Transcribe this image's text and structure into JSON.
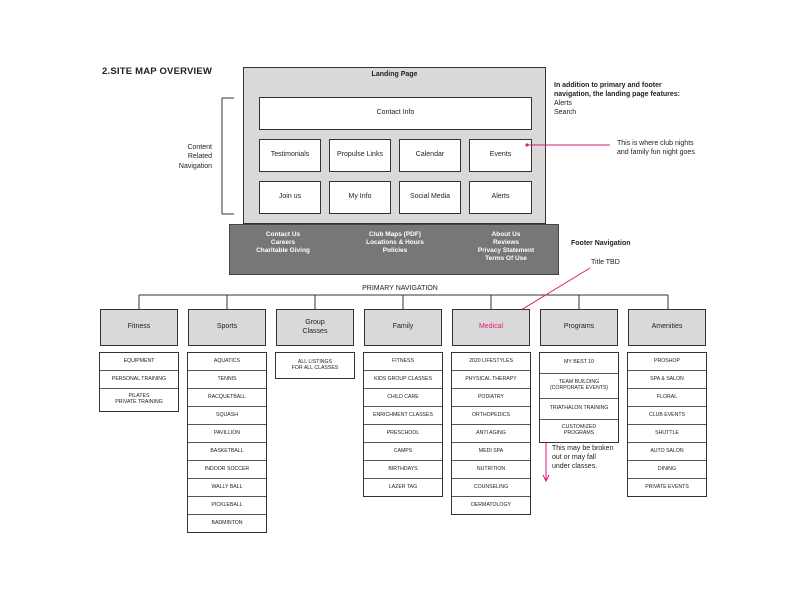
{
  "title": "2.SITE MAP OVERVIEW",
  "landing": {
    "title": "Landing Page",
    "contact": "Contact Info",
    "row1": [
      "Testimonials",
      "Propulse Links",
      "Calendar",
      "Events"
    ],
    "row2": [
      "Join us",
      "My Info",
      "Social Media",
      "Alerts"
    ]
  },
  "side_label": [
    "Content",
    "Related",
    "Navigation"
  ],
  "landing_note": {
    "heading": [
      "In addition to primary and footer",
      "navigation, the landing page features:"
    ],
    "items": [
      "Alerts",
      "Search"
    ]
  },
  "events_note": [
    "This is where club nights",
    "and family fun night goes"
  ],
  "footer": {
    "col1": [
      "Contact Us",
      "Careers",
      "Charitable Giving"
    ],
    "col2": [
      "Club Maps (PDF)",
      "Locations & Hours",
      "Policies"
    ],
    "col3": [
      "About Us",
      "Reviews",
      "Privacy Statement",
      "Terms Of Use"
    ],
    "label": "Footer Navigation",
    "title_tbd": "Title TBD"
  },
  "primary_nav_label": "PRIMARY NAVIGATION",
  "categories": [
    {
      "name": "Fitness",
      "items": [
        "EQUIPMENT",
        "PERSONAL TRAINING",
        "PILATES\nPRIVATE TRAINING"
      ]
    },
    {
      "name": "Sports",
      "items": [
        "AQUATICS",
        "TENNIS",
        "RACQUETBALL",
        "SQUASH",
        "PAVILLION",
        "BASKETBALL",
        "INDOOR SOCCER",
        "WALLY BALL",
        "PICKLEBALL",
        "BADMINTON"
      ]
    },
    {
      "name": "Group\nClasses",
      "items": [
        "ALL LISTINGS\nFOR ALL CLASSES"
      ]
    },
    {
      "name": "Family",
      "items": [
        "FITNESS",
        "KIDS GROUP CLASSES",
        "CHILD CARE",
        "ENRICHMENT CLASSES",
        "PRESCHOOL",
        "CAMPS",
        "BIRTHDAYS",
        "LAZER TAG"
      ]
    },
    {
      "name": "Medical",
      "items": [
        "2020 LIFESTYLES",
        "PHYSICAL THERAPY",
        "PODIATRY",
        "ORTHOPEDICS",
        "ANTI AGING",
        "MEDI SPA",
        "NUTRITION",
        "COUNSELING",
        "DERMATOLOGY"
      ]
    },
    {
      "name": "Programs",
      "items": [
        "MY BEST 10",
        "TEAM BUILDING\n(CORPORATE EVENTS)",
        "TRIATHALON TRAINING",
        "CUSTOMIZED\nPROGRAMS"
      ]
    },
    {
      "name": "Amenities",
      "items": [
        "PROSHOP",
        "SPA & SALON",
        "FLORAL",
        "CLUB EVENTS",
        "SHUTTLE",
        "AUTO SALON",
        "DINING",
        "PRIVATE EVENTS"
      ]
    }
  ],
  "programs_note": [
    "This may be broken",
    "out or may fall",
    "under classes."
  ],
  "colors": {
    "accent": "#e0197d",
    "box_fill": "#d9d9d9",
    "footer_fill": "#777777"
  }
}
